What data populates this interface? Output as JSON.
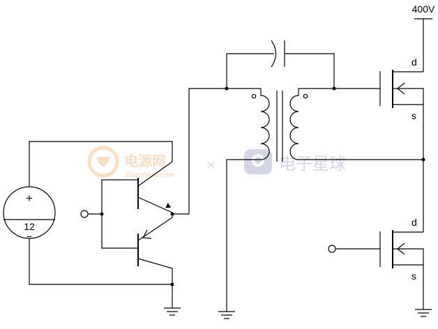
{
  "labels": {
    "supply_voltage": "400V",
    "source_value": "12",
    "plus_sign": "+",
    "minus_sign": "−",
    "q_high_drain": "d",
    "q_high_source": "s",
    "q_low_drain": "d",
    "q_low_source": "s"
  },
  "watermarks": {
    "left_brand": "电源网",
    "left_url": "DianYuan.com",
    "separator": "×",
    "right_brand": "电子星球"
  },
  "colors": {
    "wire": "#000000",
    "watermark_orange": "#f08a30",
    "watermark_blue": "#6a6ab0"
  }
}
